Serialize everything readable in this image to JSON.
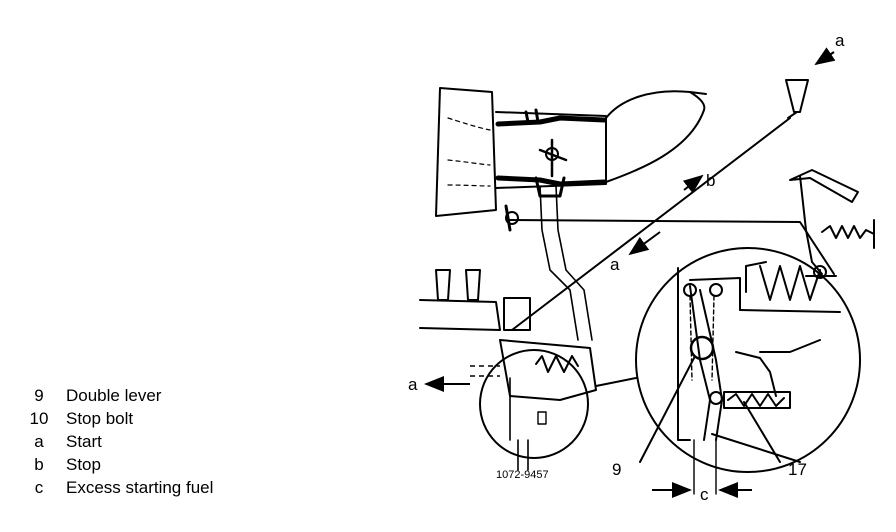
{
  "legend": [
    {
      "key": "9",
      "text": "Double lever"
    },
    {
      "key": "10",
      "text": "Stop bolt"
    },
    {
      "key": "a",
      "text": "Start"
    },
    {
      "key": "b",
      "text": "Stop"
    },
    {
      "key": "c",
      "text": "Excess starting fuel"
    }
  ],
  "labels": {
    "a_top": "a",
    "a_left": "a",
    "a_cable": "a",
    "b_cable": "b",
    "num_9": "9",
    "num_17": "17",
    "c_dim": "c",
    "figure_id": "1072-9457"
  }
}
